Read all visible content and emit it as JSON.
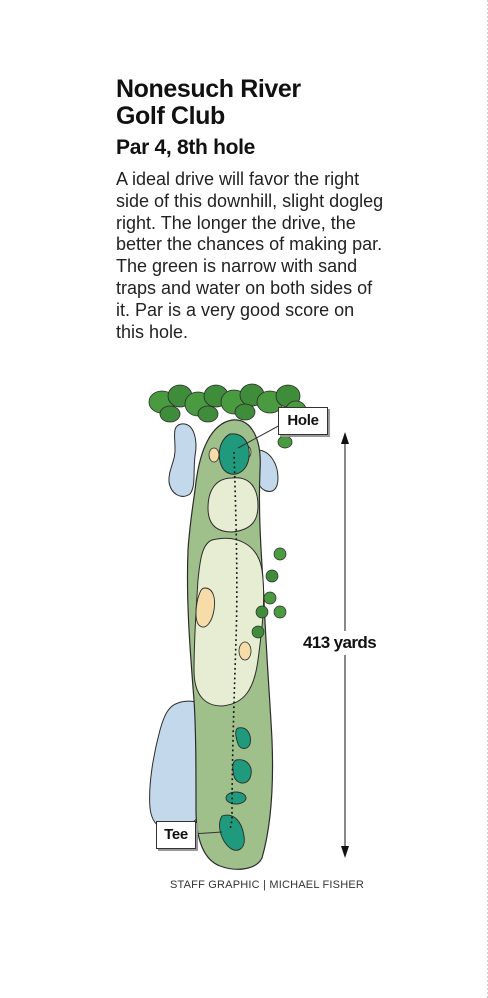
{
  "graphic": {
    "title_line1": "Nonesuch River",
    "title_line2": "Golf Club",
    "subtitle": "Par 4, 8th hole",
    "description": "A ideal drive will favor the right side of this downhill, slight dogleg right. The longer the drive, the better the chances of making par. The green is narrow with sand traps and water on both sides of it. Par is a very good score on this hole.",
    "hole_label": "Hole",
    "tee_label": "Tee",
    "distance_label": "413 yards",
    "credit": "STAFF GRAPHIC | MICHAEL FISHER"
  },
  "colors": {
    "rough": "#9fc08a",
    "fairway": "#e6edd2",
    "green_and_tee": "#1f9a7c",
    "water": "#c4d8ec",
    "sand": "#f6dca8",
    "trees": "#3f8c3a",
    "outline": "#2b2b2b"
  },
  "icons": {
    "trees": "tree-cluster-icon",
    "flag": "hole-marker-icon"
  }
}
